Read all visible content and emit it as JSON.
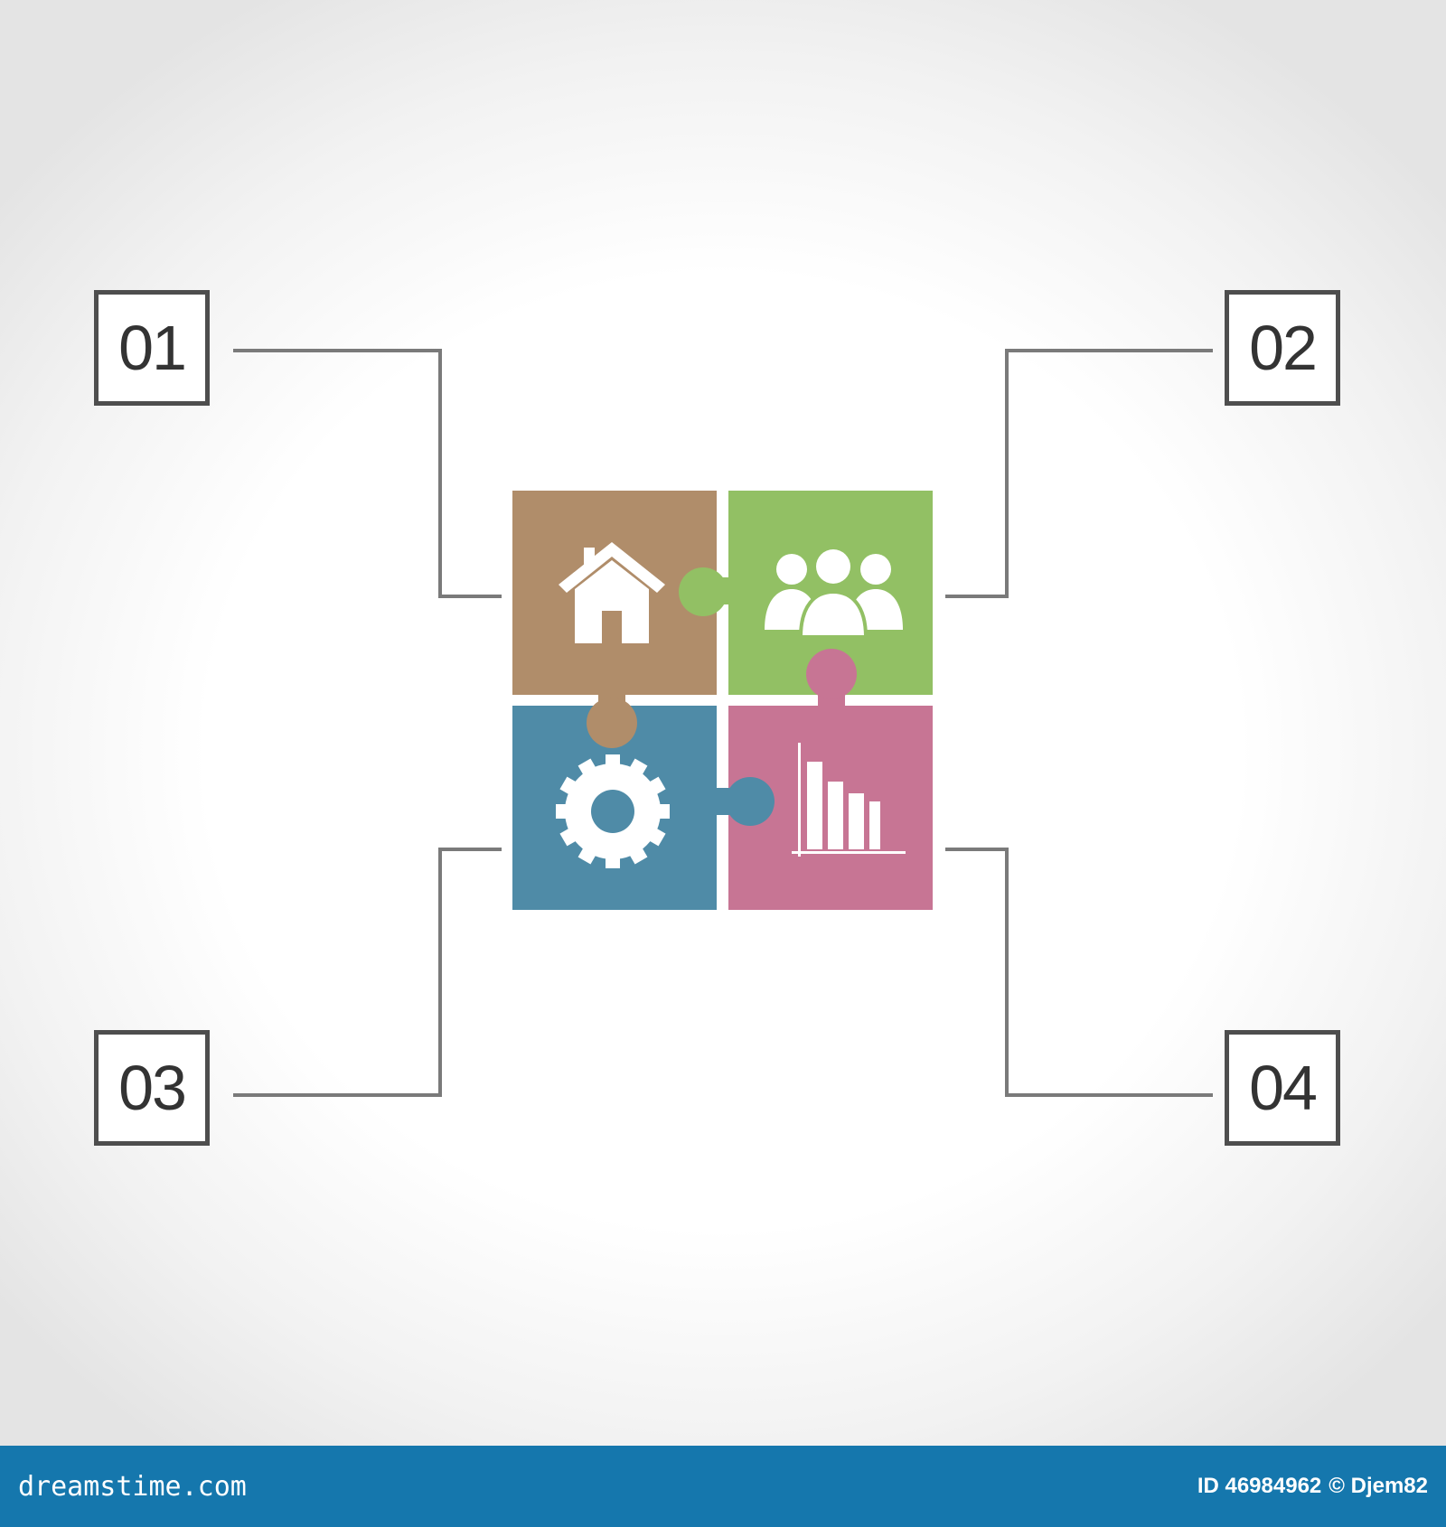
{
  "steps": [
    {
      "number": "01",
      "icon": "house-icon",
      "color": "#b08d6a"
    },
    {
      "number": "02",
      "icon": "people-icon",
      "color": "#92c064"
    },
    {
      "number": "03",
      "icon": "gear-icon",
      "color": "#4f8ba7"
    },
    {
      "number": "04",
      "icon": "bar-chart-icon",
      "color": "#c77594"
    }
  ],
  "line_color": "#7a7a7a",
  "footer": {
    "brand": "dreamstime.com",
    "id_text": "ID 46984962",
    "credit_text": "© Djem82",
    "background": "#1577ad"
  }
}
